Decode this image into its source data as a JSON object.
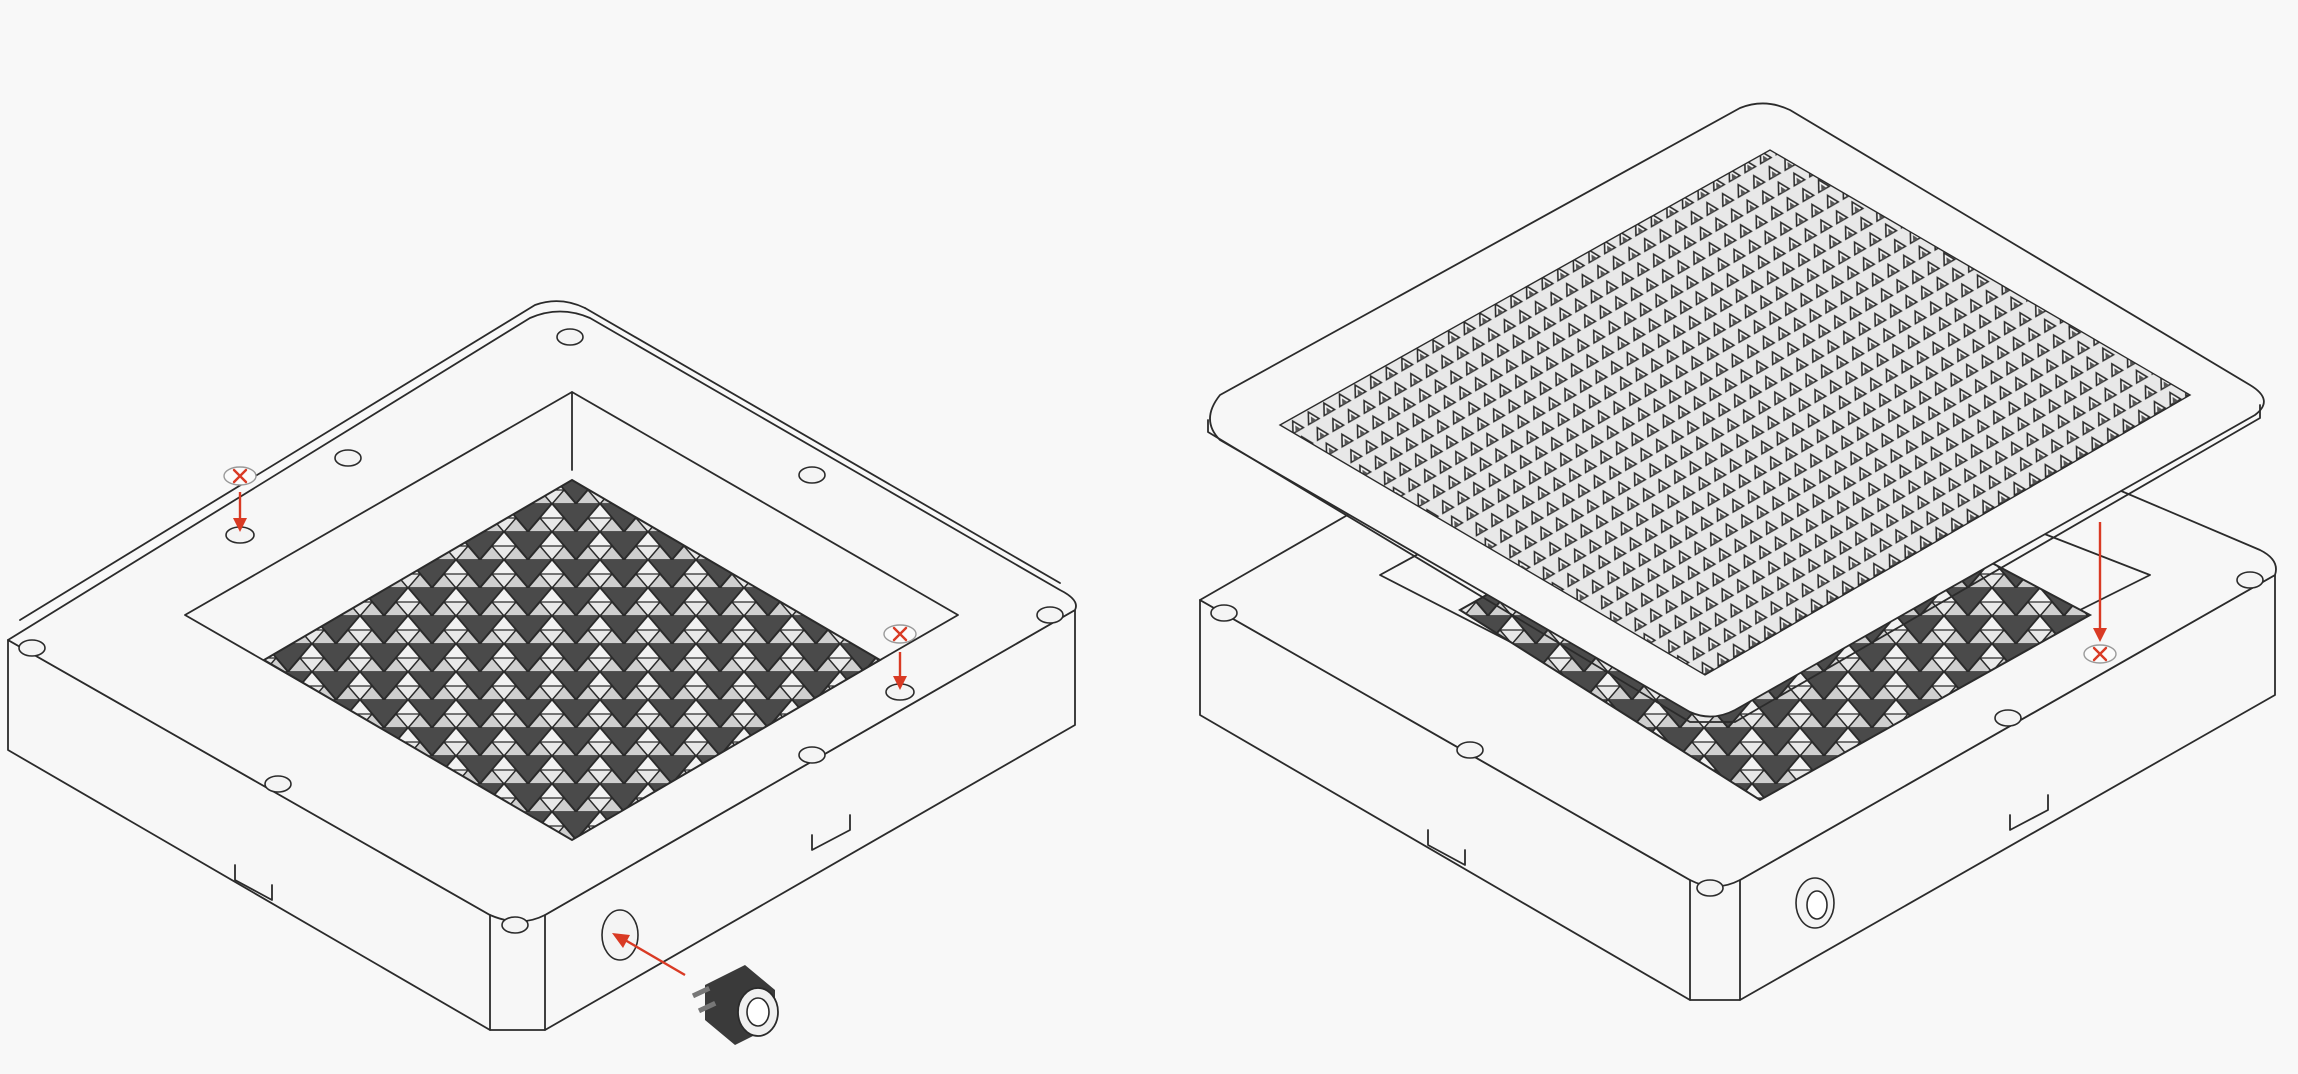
{
  "figure": {
    "views": [
      {
        "id": "base-assembly",
        "parts": [
          "base-frame",
          "lattice-insert",
          "rubber-feet",
          "push-button"
        ]
      },
      {
        "id": "top-assembly",
        "parts": [
          "base-frame",
          "lattice-insert",
          "perforated-top-plate",
          "rubber-foot",
          "push-button"
        ]
      }
    ]
  },
  "colors": {
    "background": "#f8f8f8",
    "line": "#2b2b2b",
    "callout": "#d93a24",
    "lattice": "#3a3a3a"
  },
  "icons": {
    "callout_arrow": "arrow-icon",
    "foot_marker": "x-mark-icon"
  }
}
